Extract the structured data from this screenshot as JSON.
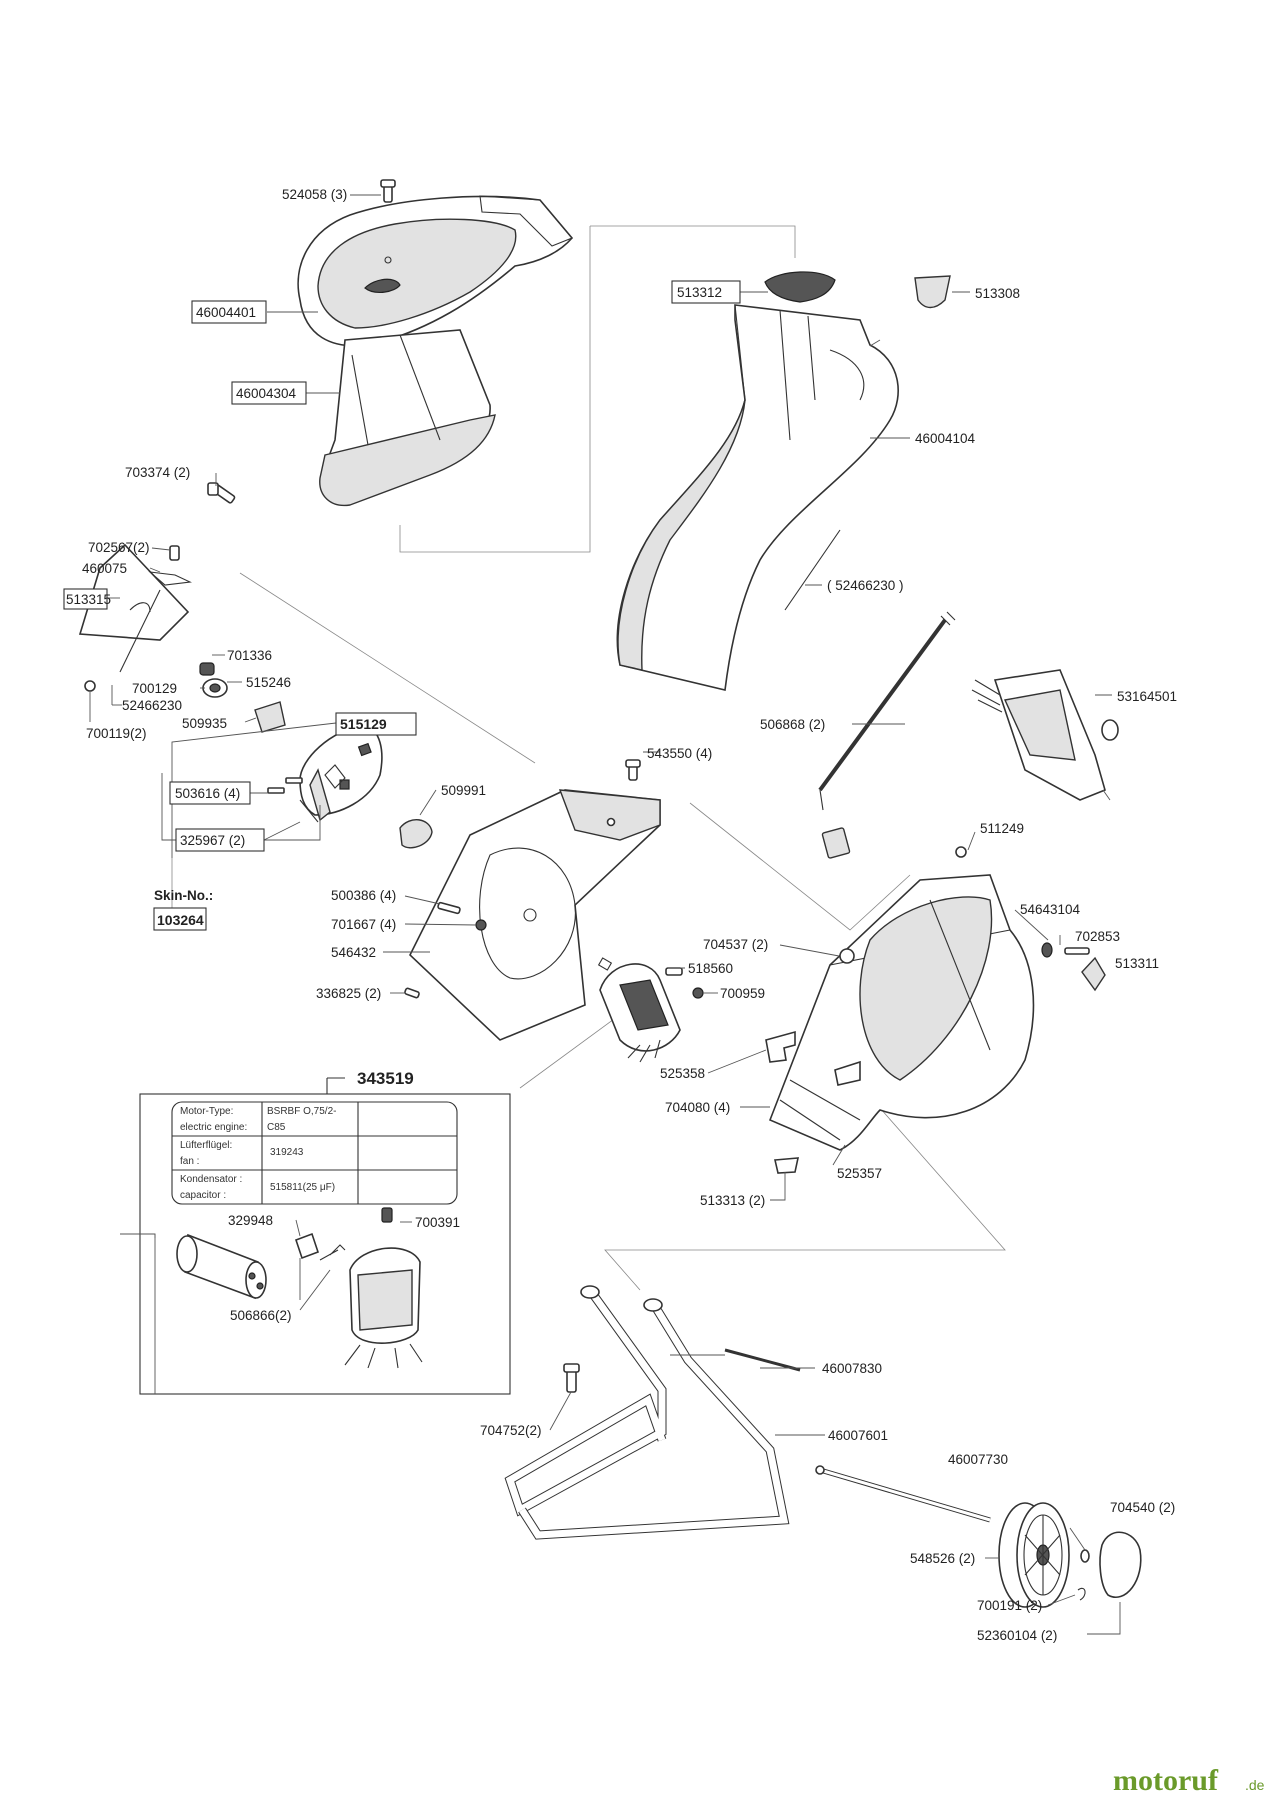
{
  "labels": {
    "l524058": "524058 (3)",
    "l46004401": "46004401",
    "l46004304": "46004304",
    "l513312": "513312",
    "l513308": "513308",
    "l46004104": "46004104",
    "l703374": "703374 (2)",
    "l702567": "702567(2)",
    "l460075": "460075",
    "l513315": "513315",
    "l52466230b": "( 52466230 )",
    "l701336": "701336",
    "l700129": "700129",
    "l515246": "515246",
    "l52466230": "52466230",
    "l700119": "700119(2)",
    "l509935": "509935",
    "l515129": "515129",
    "l506868": "506868 (2)",
    "l53164501": "53164501",
    "l543550": "543550 (4)",
    "l503616": "503616 (4)",
    "l509991": "509991",
    "l325967": "325967 (2)",
    "l511249": "511249",
    "l skin": "",
    "lskin": "Skin-No.:",
    "l103264": "103264",
    "l500386": "500386 (4)",
    "l701667": "701667 (4)",
    "l546432": "546432",
    "l54643104": "54643104",
    "l702853": "702853",
    "l513311": "513311",
    "l704537": "704537 (2)",
    "l518560": "518560",
    "l700959": "700959",
    "l336825": "336825 (2)",
    "l525358": "525358",
    "l704080": "704080 (4)",
    "l525357": "525357",
    "l513313": "513313 (2)",
    "l343519": "343519",
    "l329948": "329948",
    "l700391": "700391",
    "l506866": "506866(2)",
    "l46007830": "46007830",
    "l704752": "704752(2)",
    "l46007601": "46007601",
    "l46007730": "46007730",
    "l704540": "704540 (2)",
    "l548526": "548526 (2)",
    "l700191": "700191 (2)",
    "l52360104": "52360104 (2)"
  },
  "motor_table": {
    "r1c1a": "Motor-Type:",
    "r1c1b": "electric engine:",
    "r1c2a": "BSRBF O,75/2-",
    "r1c2b": "C85",
    "r2c1a": "Lüfterflügel:",
    "r2c1b": "fan :",
    "r2c2": "319243",
    "r3c1a": "Kondensator :",
    "r3c1b": "capacitor :",
    "r3c2": "515811(25 μF)"
  },
  "brand": {
    "name": "motoruf",
    "tld": ".de",
    "color": "#6a9a2a"
  }
}
